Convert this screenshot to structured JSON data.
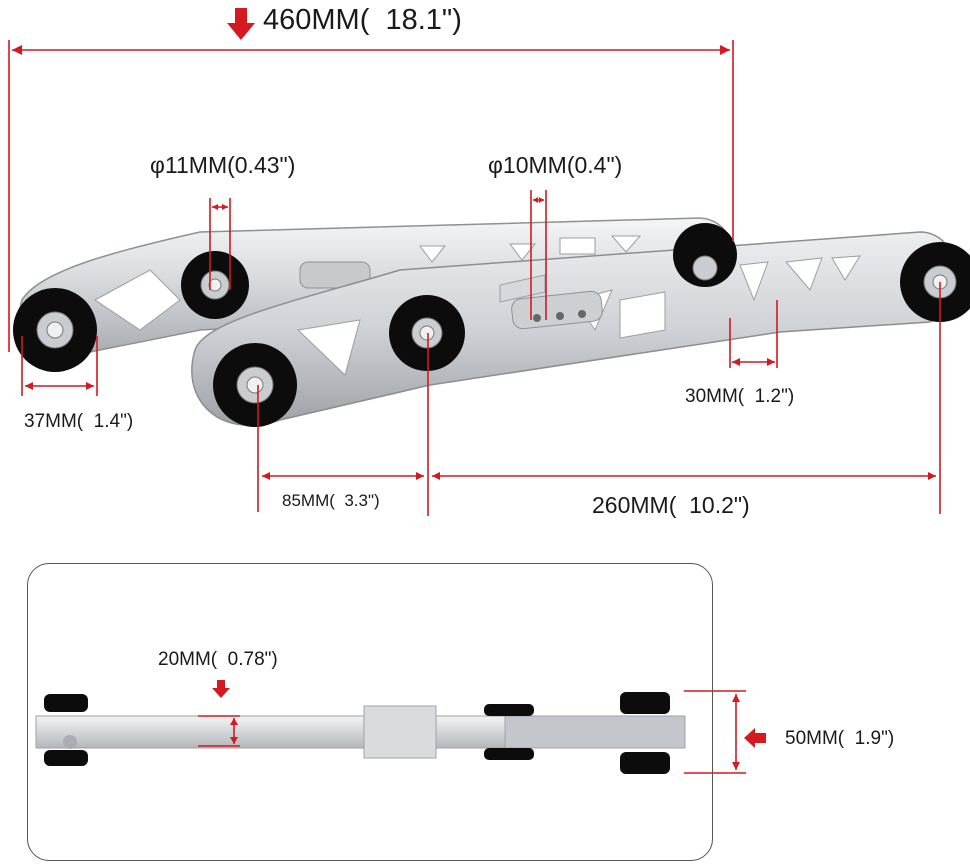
{
  "colors": {
    "dimension_line": "#d41920",
    "metal_light": "#e6e8ea",
    "metal_dark": "#a9adb2",
    "bushing": "#0c0c0c",
    "inset_border": "#555555"
  },
  "icons": [
    "arrow-down-icon",
    "arrow-left-icon"
  ],
  "labels": {
    "overall_length": "460MM(  18.1\")",
    "hole_left": "φ11MM(0.43\")",
    "hole_right": "φ10MM(0.4\")",
    "bushing_width": "37MM(  1.4\")",
    "slot_spacing": "30MM(  1.2\")",
    "mount_offset": "85MM(  3.3\")",
    "mount_span": "260MM(  10.2\")",
    "arm_thickness": "20MM(  0.78\")",
    "bushing_height": "50MM(  1.9\")"
  }
}
